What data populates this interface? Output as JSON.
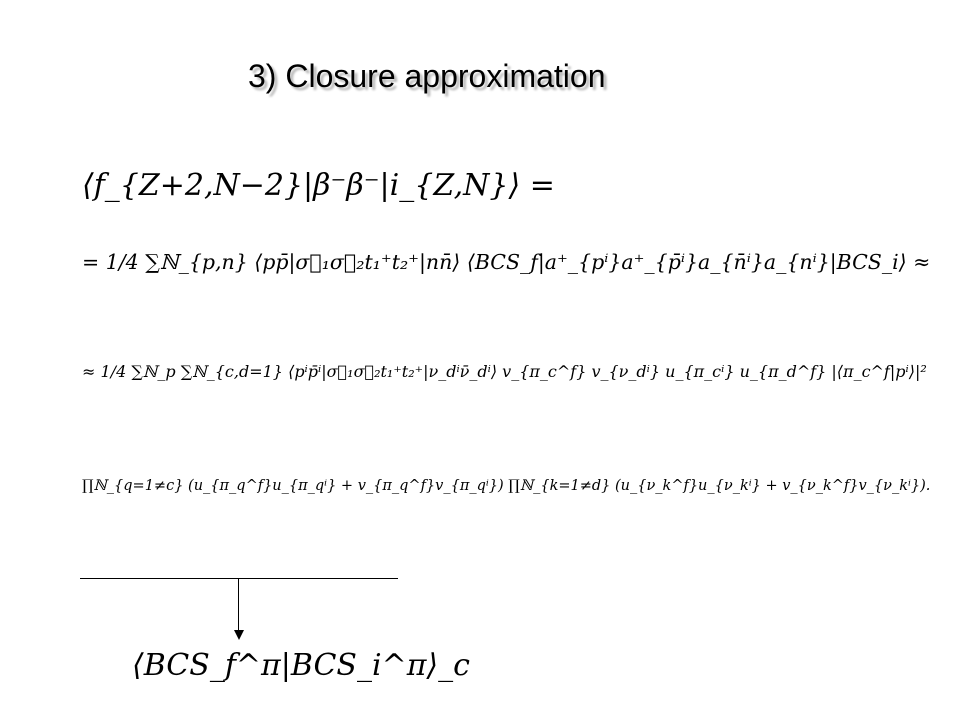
{
  "slide": {
    "title": "3) Closure approximation"
  },
  "equations": {
    "line1": "⟨f_{Z+2,N−2}|β⁻β⁻|i_{Z,N}⟩ =",
    "line2": "= 1/4 ∑ℕ_{p,n} ⟨pp̄|σ⃗₁σ⃗₂t₁⁺t₂⁺|nn̄⟩ ⟨BCS_f|a⁺_{pⁱ}a⁺_{p̄ⁱ}a_{n̄ⁱ}a_{nⁱ}|BCS_i⟩ ≈",
    "line3": "≈ 1/4 ∑ℕ_p ∑ℕ_{c,d=1} ⟨pⁱp̄ⁱ|σ⃗₁σ⃗₂t₁⁺t₂⁺|ν_dⁱν̄_dⁱ⟩ v_{π_c^f} v_{ν_dⁱ} u_{π_cⁱ} u_{π_d^f} |⟨π_c^f|pⁱ⟩|²",
    "line4": "∏ℕ_{q=1≠c} (u_{π_q^f}u_{π_qⁱ} + v_{π_q^f}v_{π_qⁱ}) ∏ℕ_{k=1≠d} (u_{ν_k^f}u_{ν_kⁱ} + v_{ν_k^f}v_{ν_kⁱ}).",
    "result": "⟨BCS_f^π|BCS_i^π⟩_c"
  }
}
